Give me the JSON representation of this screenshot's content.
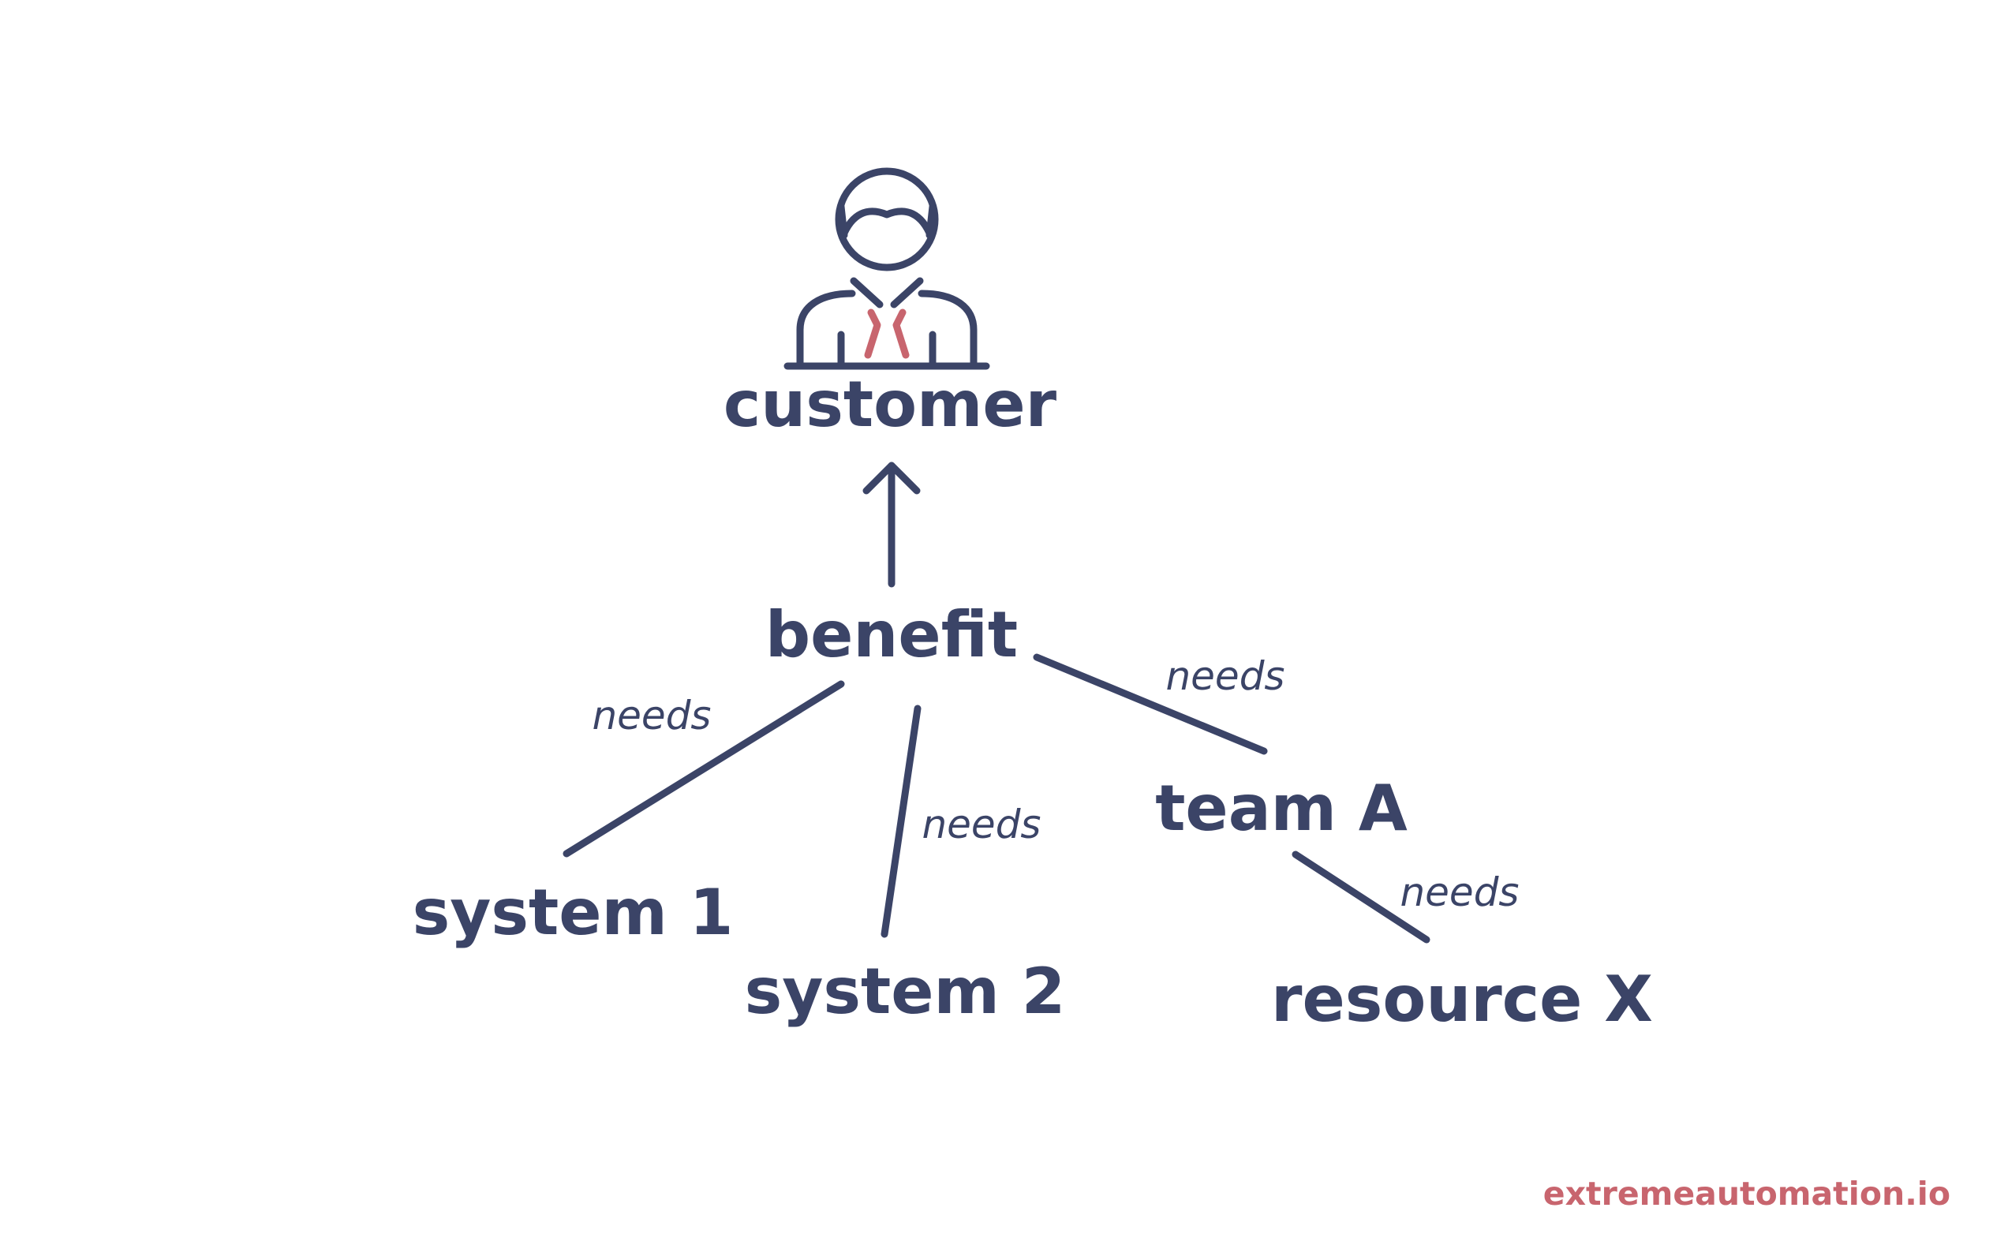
{
  "diagram": {
    "nodes": {
      "customer": "customer",
      "benefit": "benefit",
      "system_1": "system 1",
      "system_2": "system 2",
      "team_a": "team A",
      "resource_x": "resource X"
    },
    "edge_labels": {
      "benefit_system_1": "needs",
      "benefit_system_2": "needs",
      "benefit_team_a": "needs",
      "team_a_resource_x": "needs"
    },
    "icons": {
      "customer": "person-with-tie-icon",
      "benefit_to_customer": "arrow-up-icon"
    }
  },
  "footer": {
    "brand": "extremeautomation.io"
  },
  "colors": {
    "primary": "#3b4467",
    "accent": "#c8656e",
    "background": "#ffffff"
  }
}
